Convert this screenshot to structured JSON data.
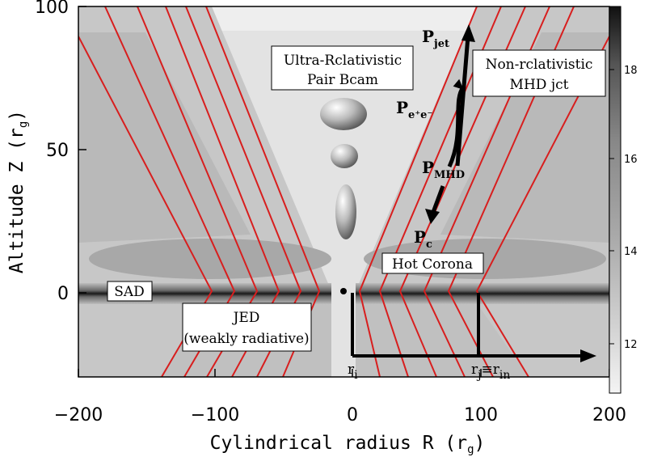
{
  "axes": {
    "x_label": "Cylindrical radius R (r",
    "x_label_sub": "g",
    "x_label_end": ")",
    "y_label": "Altitude Z (r",
    "y_label_sub": "g",
    "y_label_end": ")",
    "x_ticks": [
      "−200",
      "−100",
      "0",
      "100",
      "200"
    ],
    "y_ticks": [
      "100",
      "50",
      "0"
    ]
  },
  "colorbar": {
    "ticks": [
      "18",
      "16",
      "14",
      "12"
    ]
  },
  "labels": {
    "beam_line1": "Ultra-Rclativistic",
    "beam_line2": "Pair Bcam",
    "jet_line1": "Non-rclativistic",
    "jet_line2": "MHD jct",
    "sad": "SAD",
    "jed_line1": "JED",
    "jed_line2": "(weakly radiative)",
    "corona": "Hot Corona",
    "ri": "r",
    "ri_sub": "i",
    "rj": "r",
    "rj_sub": "j",
    "rj_eq": "≡r",
    "rin_sub": "in"
  },
  "powers": {
    "pjet": "P",
    "pjet_sub": "jet",
    "pee": "P",
    "pee_sub": "e⁺e⁻",
    "pmhd": "P",
    "pmhd_sub": "MHD",
    "pc": "P",
    "pc_sub": "c"
  },
  "colors": {
    "field_line": "#d81e1e",
    "jet_gray": "#b9b9b9",
    "corona_gray": "#a2a2a2"
  }
}
